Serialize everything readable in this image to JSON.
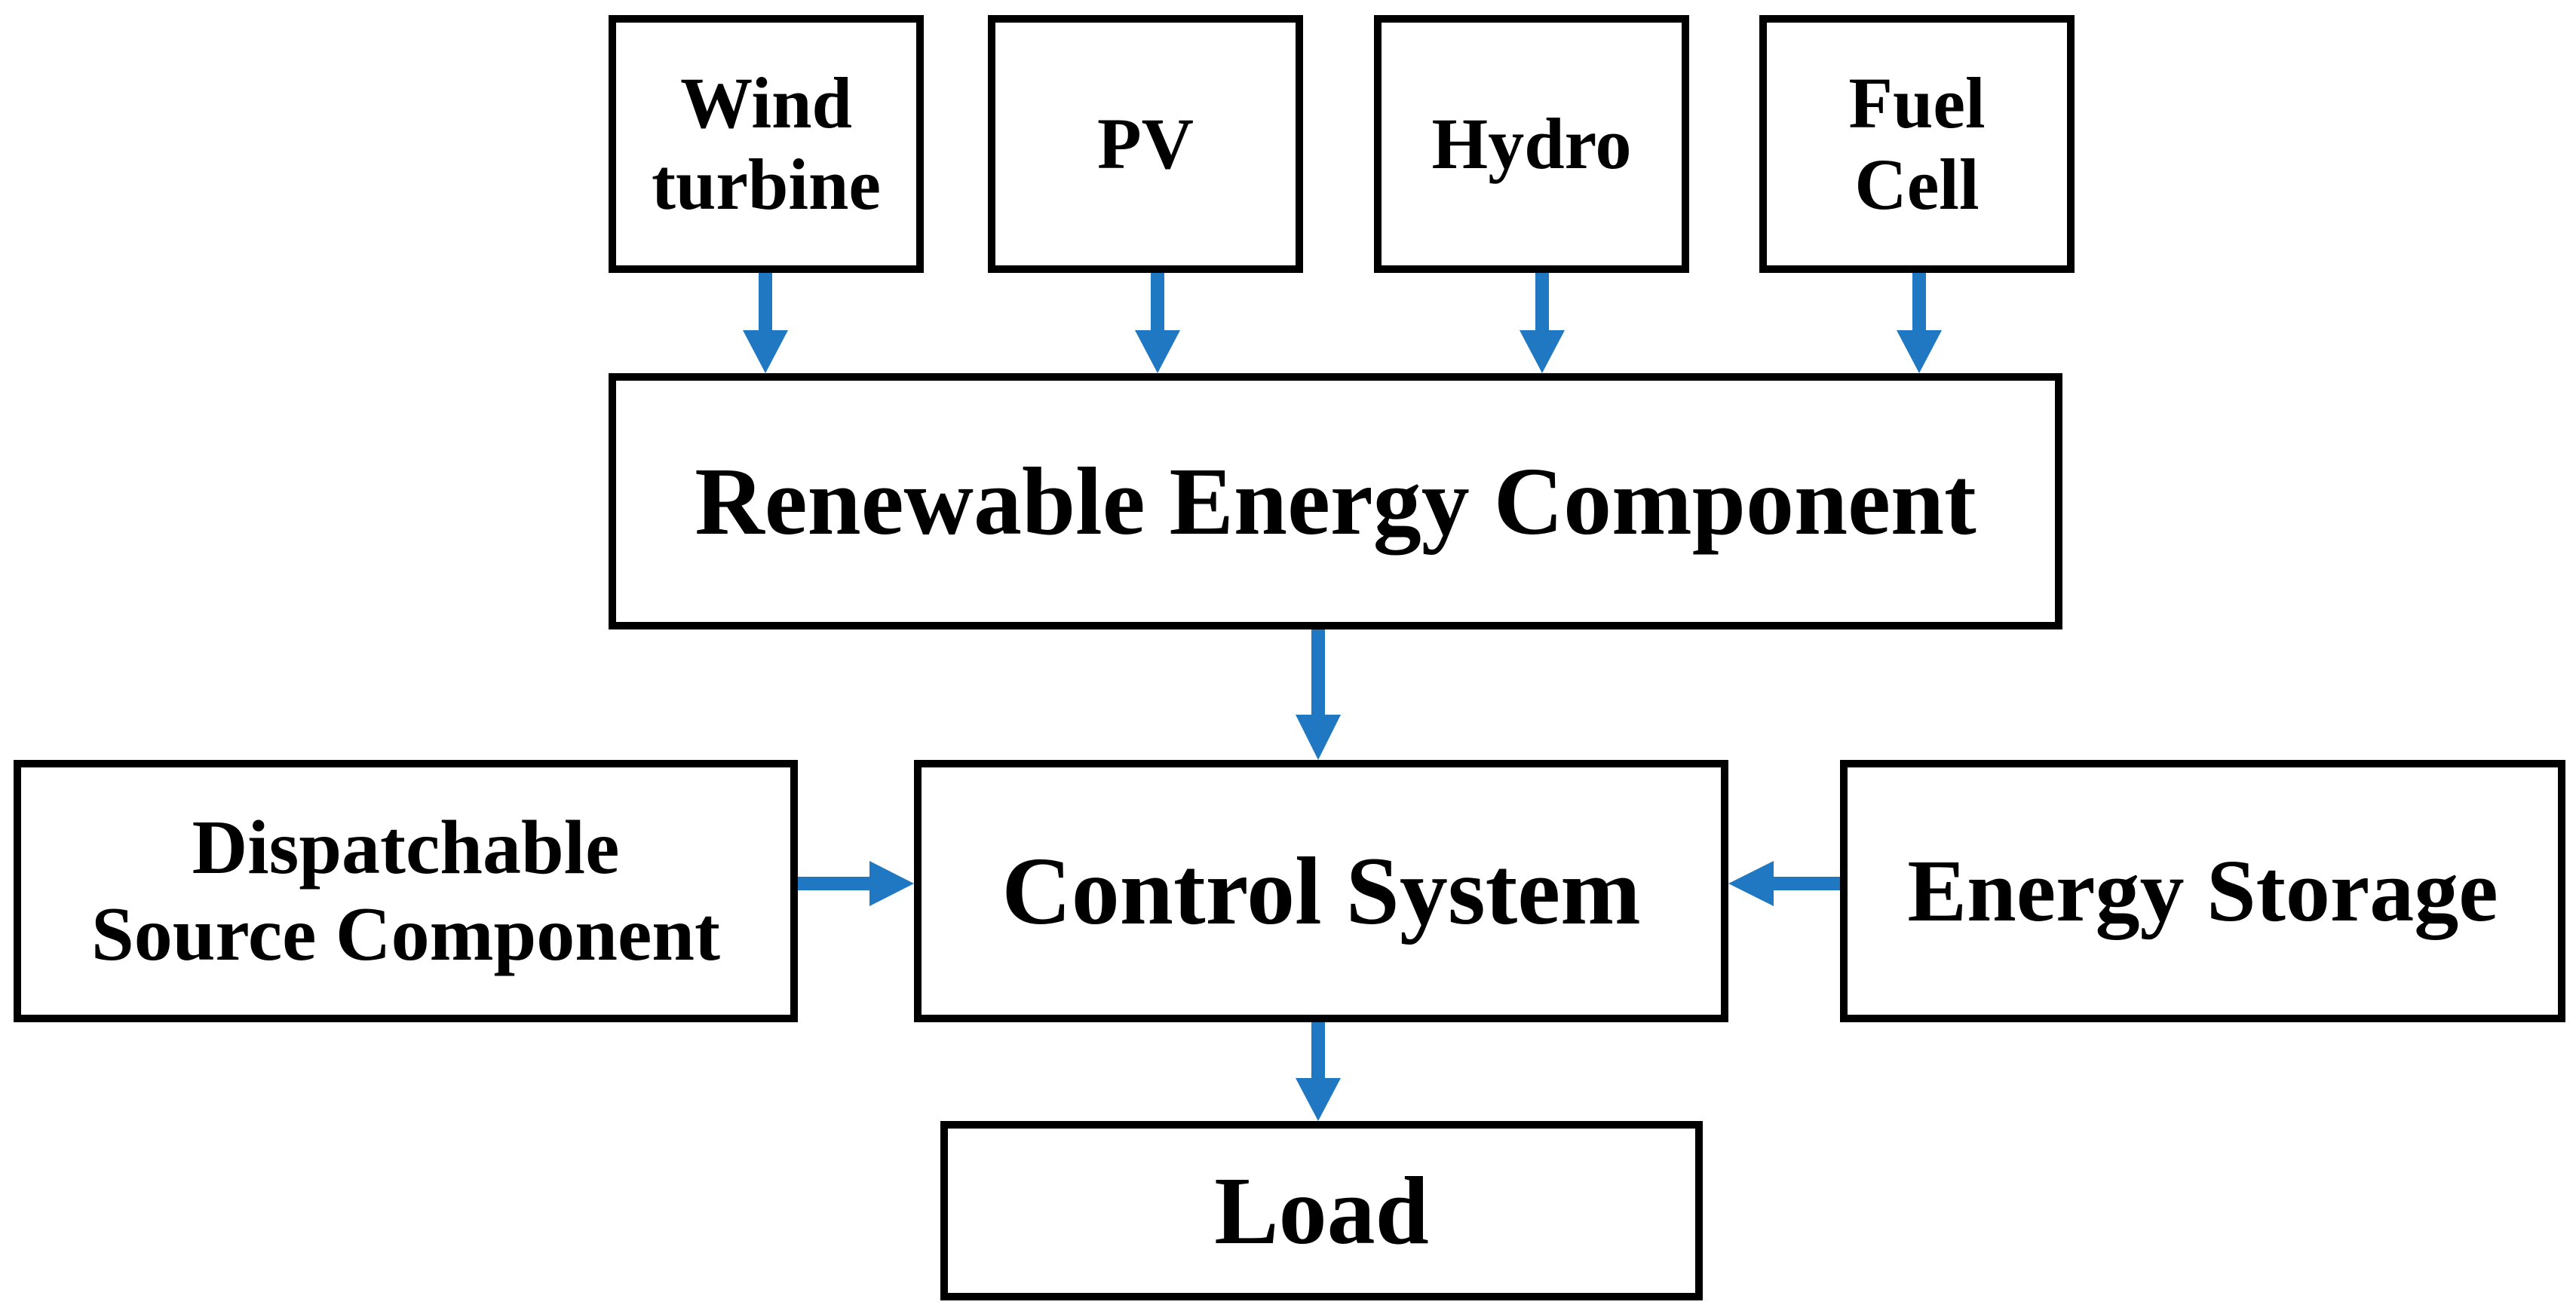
{
  "diagram": {
    "sources": {
      "wind_turbine": "Wind\nturbine",
      "pv": "PV",
      "hydro": "Hydro",
      "fuel_cell": "Fuel\nCell"
    },
    "renewable_energy_component": "Renewable Energy Component",
    "dispatchable_source_component": "Dispatchable\nSource Component",
    "control_system": "Control System",
    "energy_storage": "Energy Storage",
    "load": "Load"
  },
  "colors": {
    "arrow": "#1f78c1",
    "box_border": "#000000",
    "text": "#000000"
  }
}
